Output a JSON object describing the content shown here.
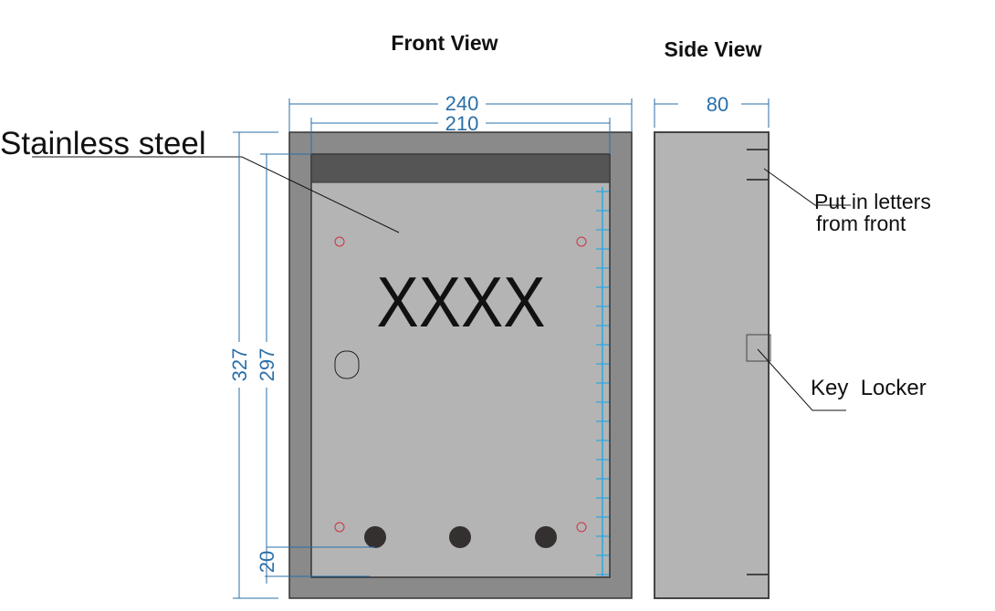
{
  "titles": {
    "front": "Front View",
    "side": "Side View"
  },
  "dimensions": {
    "outer_width": "240",
    "inner_width": "210",
    "depth": "80",
    "outer_height": "327",
    "inner_height": "297",
    "bottom_offset": "20"
  },
  "labels": {
    "material": "Stainless steel",
    "name_plate": "XXXX",
    "slot": "Put in letters",
    "slot_line2": "from front",
    "lock": "Key  Locker"
  },
  "colors": {
    "frame": "#8a8a8a",
    "panel": "#b4b4b4",
    "band": "#555555",
    "dimension": "#2a6fa8",
    "ruler": "#29a8e0",
    "screw": "#d03040"
  }
}
